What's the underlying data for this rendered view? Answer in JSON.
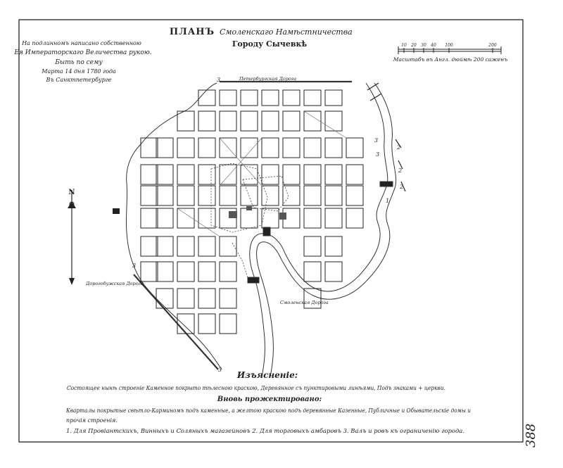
{
  "plan": {
    "title": "ПЛАНЪ",
    "title_script": "Смоленскаго Намѣстничества",
    "subtitle": "Городу Сычевкѣ"
  },
  "approval": {
    "line1": "На подлинномъ написано собственною",
    "line2": "Ея Императорскаго Величества рукою.",
    "line3": "Быть по сему",
    "line4": "Марта 14 дня 1780 года",
    "line5": "Въ Санктпетербурге"
  },
  "scale": {
    "ticks": [
      "10",
      "20",
      "30",
      "40",
      "100",
      "200"
    ],
    "caption": "Масштабъ въ Англ. дюймѣ 200 саженъ"
  },
  "roads": {
    "petersburg": "Петербургская Дорога",
    "dorogobuzh": "Дорогобужская Дорога",
    "smolensk": "Смоленская Дорога"
  },
  "compass": {
    "north": "N"
  },
  "map_numbers": [
    "3",
    "3",
    "3",
    "3",
    "3",
    "2",
    "2",
    "2",
    "1"
  ],
  "legend": {
    "heading": "Изъясненіе:",
    "line1": "Состоящее нынѣ строеніе Каменное покрыто тѣлесною краскою, Деревянное съ пунктировыми линѣями, Подъ знаками + церкви.",
    "subheading": "Вновь прожектировано:",
    "line2": "Кварталы покрытые свѣтло-Карминомъ подъ каменные, а желтою краскою подъ деревянные Казенные, Публичные и Обывательскіе домы и",
    "line3": "прочія строенія.",
    "line4": "1. Для Провіантскихъ, Винныхъ и Соляныхъ магазейновъ 2. Для торговыхъ амбаровъ 3. Валъ и ровъ къ ограниченію города."
  },
  "archive_number": "388"
}
